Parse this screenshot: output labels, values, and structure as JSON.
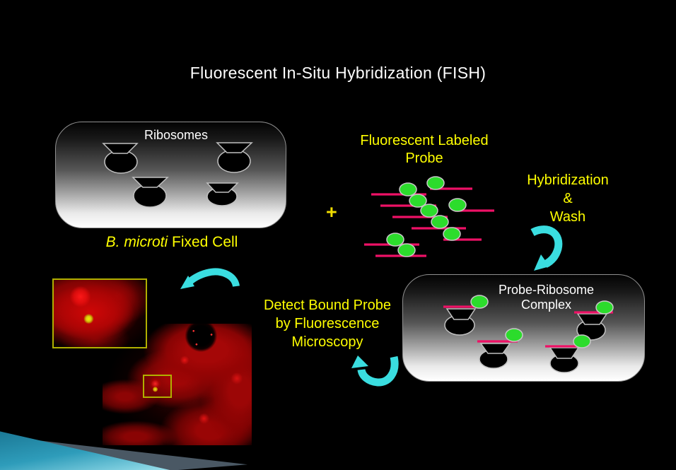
{
  "title": "Fluorescent In-Situ Hybridization (FISH)",
  "ribosomes_box": {
    "label": "Ribosomes"
  },
  "fixed_cell_caption": {
    "italic": "B. microti",
    "regular": " Fixed Cell"
  },
  "plus": "+",
  "probe_label": {
    "line1": "Fluorescent Labeled",
    "line2": "Probe"
  },
  "hybridization_label": {
    "line1": "Hybridization",
    "line2": "&",
    "line3": "Wash"
  },
  "complex_box": {
    "line1": "Probe-Ribosome",
    "line2": "Complex"
  },
  "detect_label": {
    "line1": "Detect Bound Probe",
    "line2": "by Fluorescence",
    "line3": "Microscopy"
  },
  "icons": {
    "ribosome-icon": "black trapezoid small subunit over black ellipse large subunit, gray outline",
    "probe-icon": "magenta horizontal strand with green fluorophore ellipse",
    "curved-arrow-icon": "thick cyan curved swoosh arrow",
    "plus-icon": "+"
  },
  "colors": {
    "background": "#000000",
    "title_text": "#ffffff",
    "yellow_text": "#ffff00",
    "probe_line": "#ee1166",
    "probe_dot": "#2cdc2c",
    "probe_dot_outline": "#c8c8c8",
    "ribosome_outline": "#c0c0c0",
    "arrow": "#3adde0",
    "inset_border": "#b0b000",
    "triangle_teal_top": "#17718e",
    "triangle_teal_bottom": "#9adfeb",
    "triangle_gray": "#4a5864"
  }
}
